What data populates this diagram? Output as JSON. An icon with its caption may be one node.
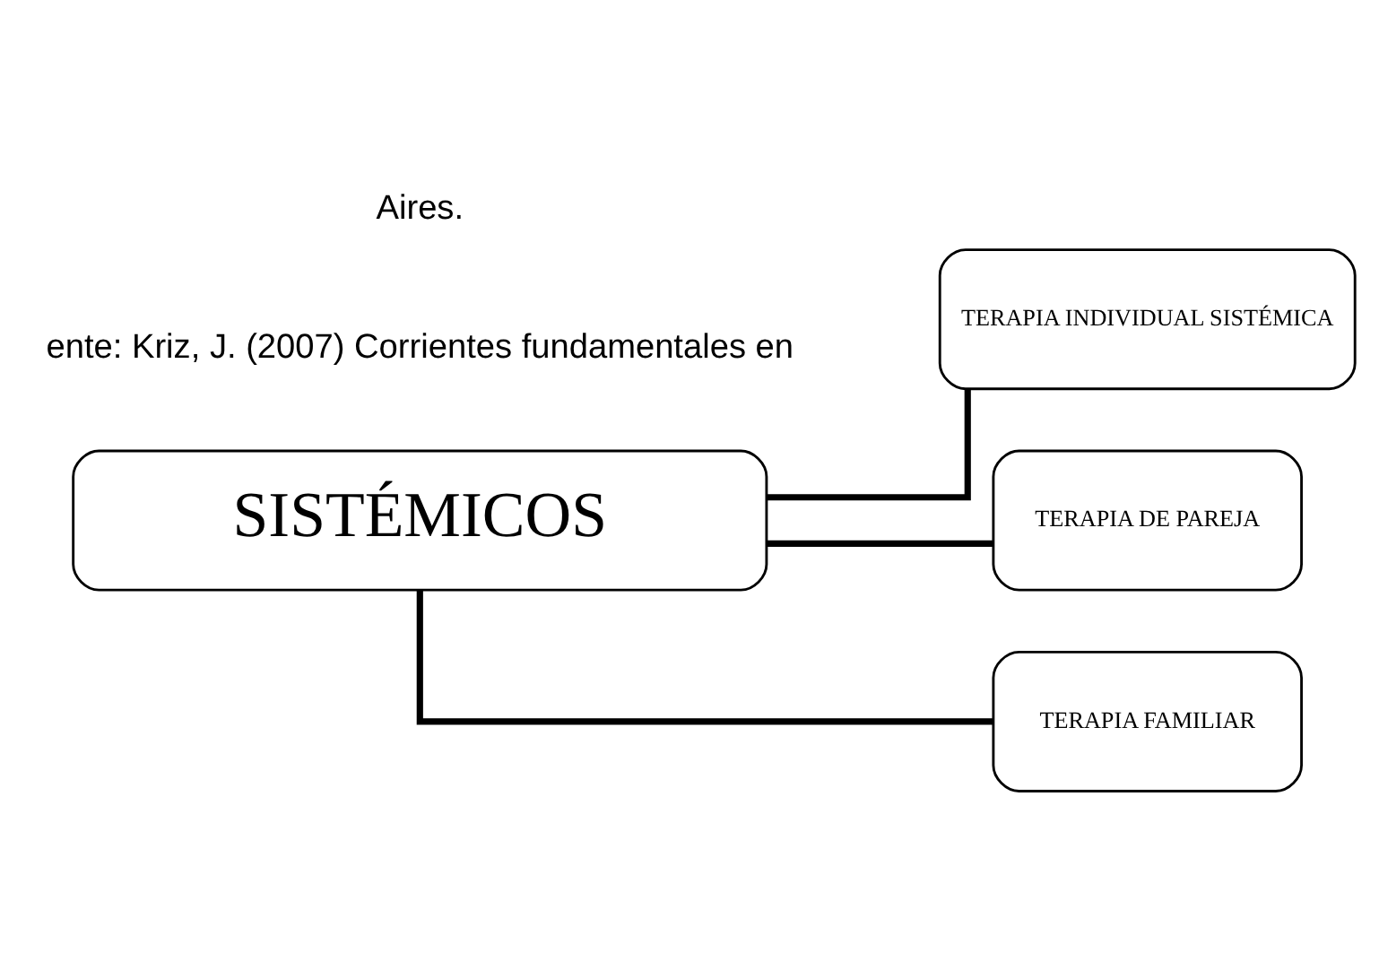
{
  "diagram": {
    "nodes": [
      {
        "text": [
          "SISTÉMICOS"
        ]
      },
      {
        "text": [
          "TERAPIA INDIVIDUAL SISTÉMICA"
        ]
      },
      {
        "text": [
          "TERAPIA DE PAREJA"
        ]
      },
      {
        "text": [
          "TERAPIA FAMILIAR"
        ]
      }
    ],
    "edges": [
      {
        "from": 0,
        "to": 1,
        "arrow": "none"
      },
      {
        "from": 0,
        "to": 2,
        "arrow": "none"
      },
      {
        "from": 0,
        "to": 3,
        "arrow": "none"
      }
    ],
    "labels": [
      "ente: Kriz, J. (2007) Corrientes fundamentales en",
      "Aires."
    ]
  }
}
